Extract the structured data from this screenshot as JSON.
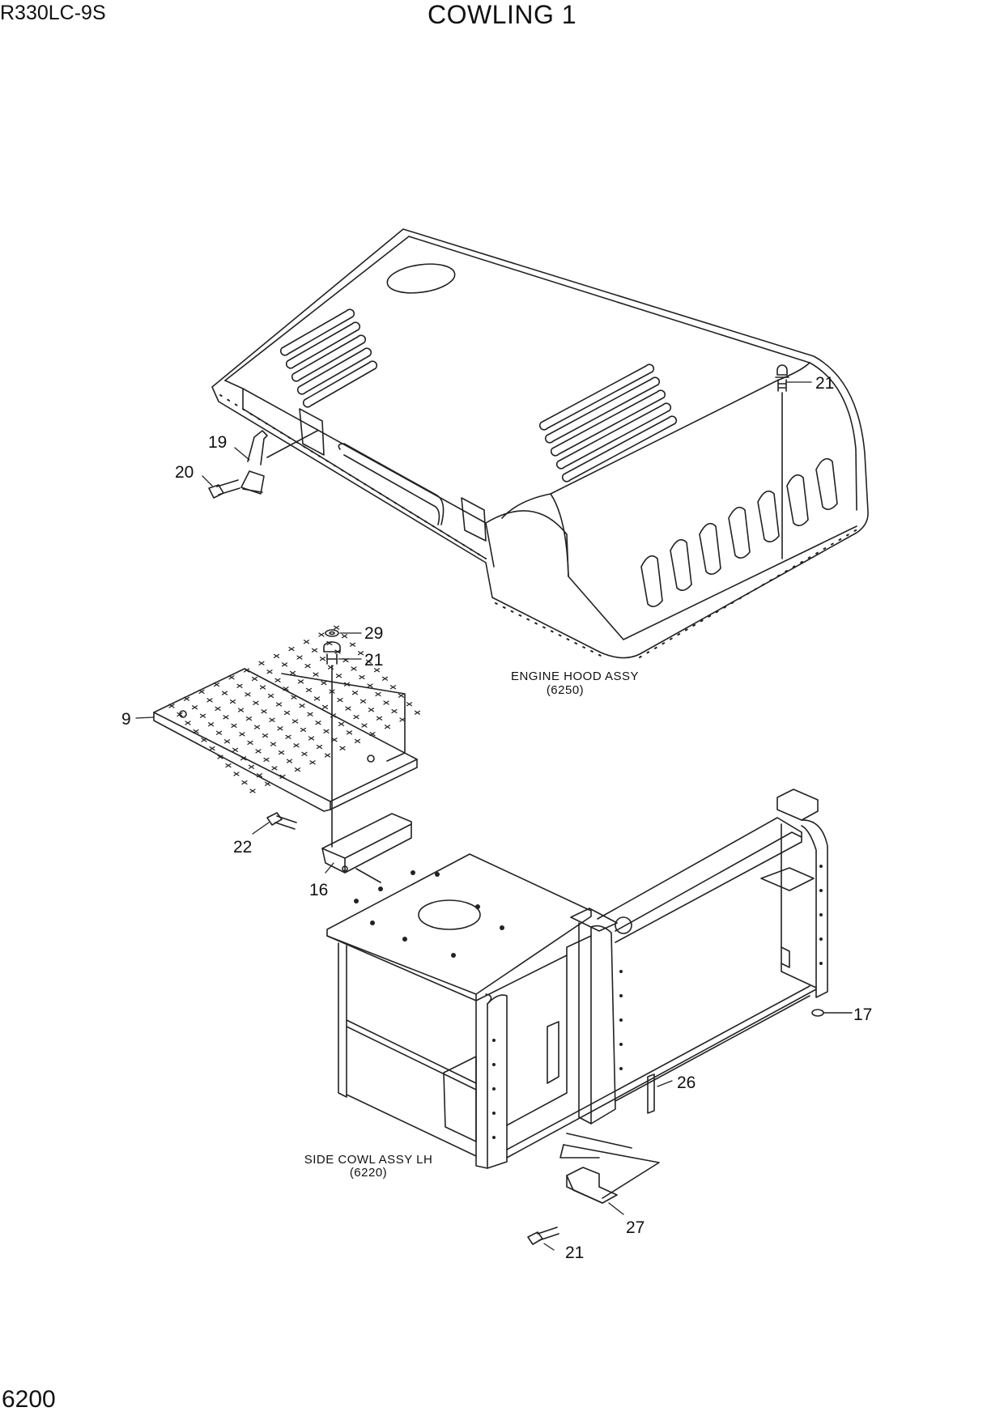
{
  "header": {
    "model": "R330LC-9S",
    "title": "COWLING 1"
  },
  "footer": {
    "page_number": "6200"
  },
  "assemblies": {
    "engine_hood": {
      "name": "ENGINE HOOD ASSY",
      "ref": "(6250)"
    },
    "side_cowl_lh": {
      "name": "SIDE COWL ASSY LH",
      "ref": "(6220)"
    }
  },
  "callouts": {
    "c21a": "21",
    "c19": "19",
    "c20": "20",
    "c29": "29",
    "c21b": "21",
    "c9": "9",
    "c22": "22",
    "c16": "16",
    "c17": "17",
    "c26": "26",
    "c27": "27",
    "c21c": "21"
  }
}
